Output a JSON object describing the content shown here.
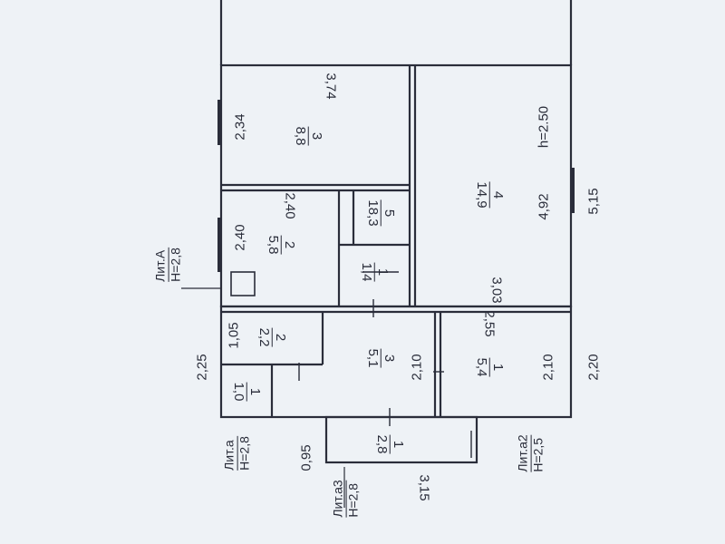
{
  "rooms": [
    {
      "id": "upper-3",
      "num": "3",
      "area": "8,8"
    },
    {
      "id": "upper-2",
      "num": "2",
      "area": "5,8"
    },
    {
      "id": "upper-5",
      "num": "5",
      "area": "18,3"
    },
    {
      "id": "upper-1",
      "num": "1",
      "area": "1,4"
    },
    {
      "id": "upper-4",
      "num": "4",
      "area": "14,9"
    },
    {
      "id": "lower-2",
      "num": "2",
      "area": "2,2"
    },
    {
      "id": "lower-1a",
      "num": "1",
      "area": "1,0"
    },
    {
      "id": "lower-3",
      "num": "3",
      "area": "5,1"
    },
    {
      "id": "lower-1b",
      "num": "1",
      "area": "5,4"
    },
    {
      "id": "lower-1c",
      "num": "1",
      "area": "2,8"
    }
  ],
  "dimensions": {
    "d374": "3,74",
    "d234": "2,34",
    "d240a": "2,40",
    "d240b": "2,40",
    "h250": "h=2.50",
    "d492": "4,92",
    "d303": "3,03",
    "d515": "5,15",
    "d105": "1,05",
    "d225": "2,25",
    "d210a": "2,10",
    "d255": "2,55",
    "d210b": "2,10",
    "d220": "2,20",
    "d095": "0,95",
    "d315": "3,15"
  },
  "litera": {
    "A": {
      "name": "Лит.А",
      "h": "H=2,8"
    },
    "a": {
      "name": "Лит.а",
      "h": "H=2,8"
    },
    "a2": {
      "name": "Лит.а2",
      "h": "H=2,5"
    },
    "a3": {
      "name": "Лит.а3",
      "h": "H=2,8"
    }
  },
  "colors": {
    "line": "#2a2d3a",
    "background": "#eef2f6"
  }
}
